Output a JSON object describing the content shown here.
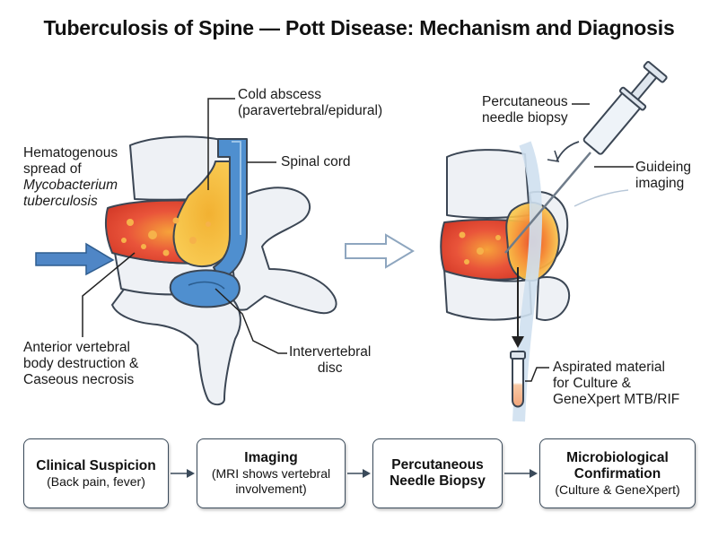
{
  "title": "Tuberculosis of Spine — Pott Disease: Mechanism and Diagnosis",
  "labels": {
    "cold_abscess_1": "Cold abscess",
    "cold_abscess_2": "(paravertebral/epidural)",
    "spinal_cord": "Spinal cord",
    "hematogenous_1": "Hematogenous",
    "hematogenous_2": "spread of",
    "hematogenous_3": "Mycobacterium",
    "hematogenous_4": "tuberculosis",
    "anterior_1": "Anterior vertebral",
    "anterior_2": "body destruction &",
    "anterior_3": "Caseous necrosis",
    "disc_1": "Intervertebral",
    "disc_2": "disc",
    "biopsy_1": "Percutaneous",
    "biopsy_2": "needle biopsy",
    "guiding_1": "Guideing",
    "guiding_2": "imaging",
    "aspirated_1": "Aspirated material",
    "aspirated_2": "for Culture &",
    "aspirated_3": "GeneXpert MTB/RIF"
  },
  "flow": [
    {
      "title": "Clinical Suspicion",
      "sub": "(Back pain, fever)"
    },
    {
      "title": "Imaging",
      "sub": "(MRI shows vertebral involvement)"
    },
    {
      "title": "Percutaneous Needle Biopsy",
      "sub": ""
    },
    {
      "title": "Microbiological Confirmation",
      "sub": "(Culture & GeneXpert)"
    }
  ],
  "colors": {
    "bone": "#eef1f5",
    "bone_stroke": "#3b4654",
    "cord": "#4f8fcf",
    "abscess": "#f6bf3f",
    "necrosis": "#e2462c",
    "arrow": "#4f86c6"
  }
}
